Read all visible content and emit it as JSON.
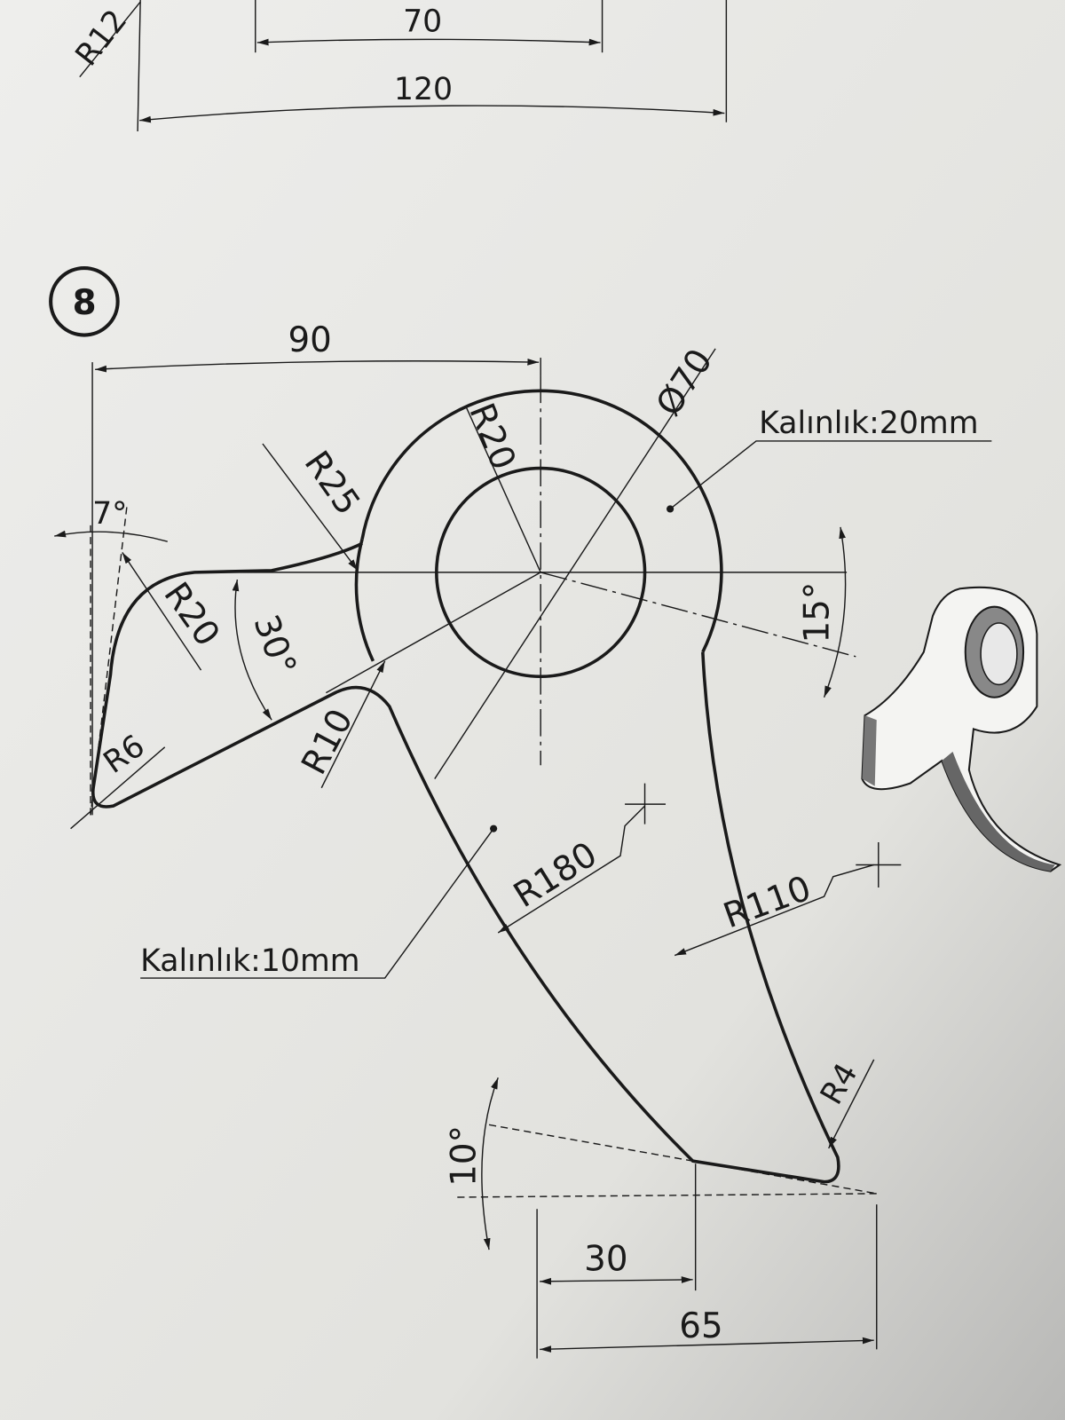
{
  "top_fragment": {
    "radius_label": "R12",
    "dim_inner": "70",
    "dim_outer": "120"
  },
  "problem_number": "8",
  "dimensions": {
    "width_top": "90",
    "hub_diameter": "Ø70",
    "hub_inner_radius": "R20",
    "fillet_top": "R25",
    "left_angle": "7°",
    "left_radius": "R20",
    "arm_angle": "30°",
    "tip_radius": "R6",
    "arm_fillet": "R10",
    "hub_angle": "15°",
    "inner_arc": "R180",
    "outer_arc": "R110",
    "foot_radius": "R4",
    "foot_angle": "10°",
    "foot_width_inner": "30",
    "foot_width_outer": "65"
  },
  "notes": {
    "hub_thickness": "Kalınlık:20mm",
    "arm_thickness": "Kalınlık:10mm"
  },
  "colors": {
    "paper": "#e6e6e2",
    "ink": "#1a1a1a"
  }
}
